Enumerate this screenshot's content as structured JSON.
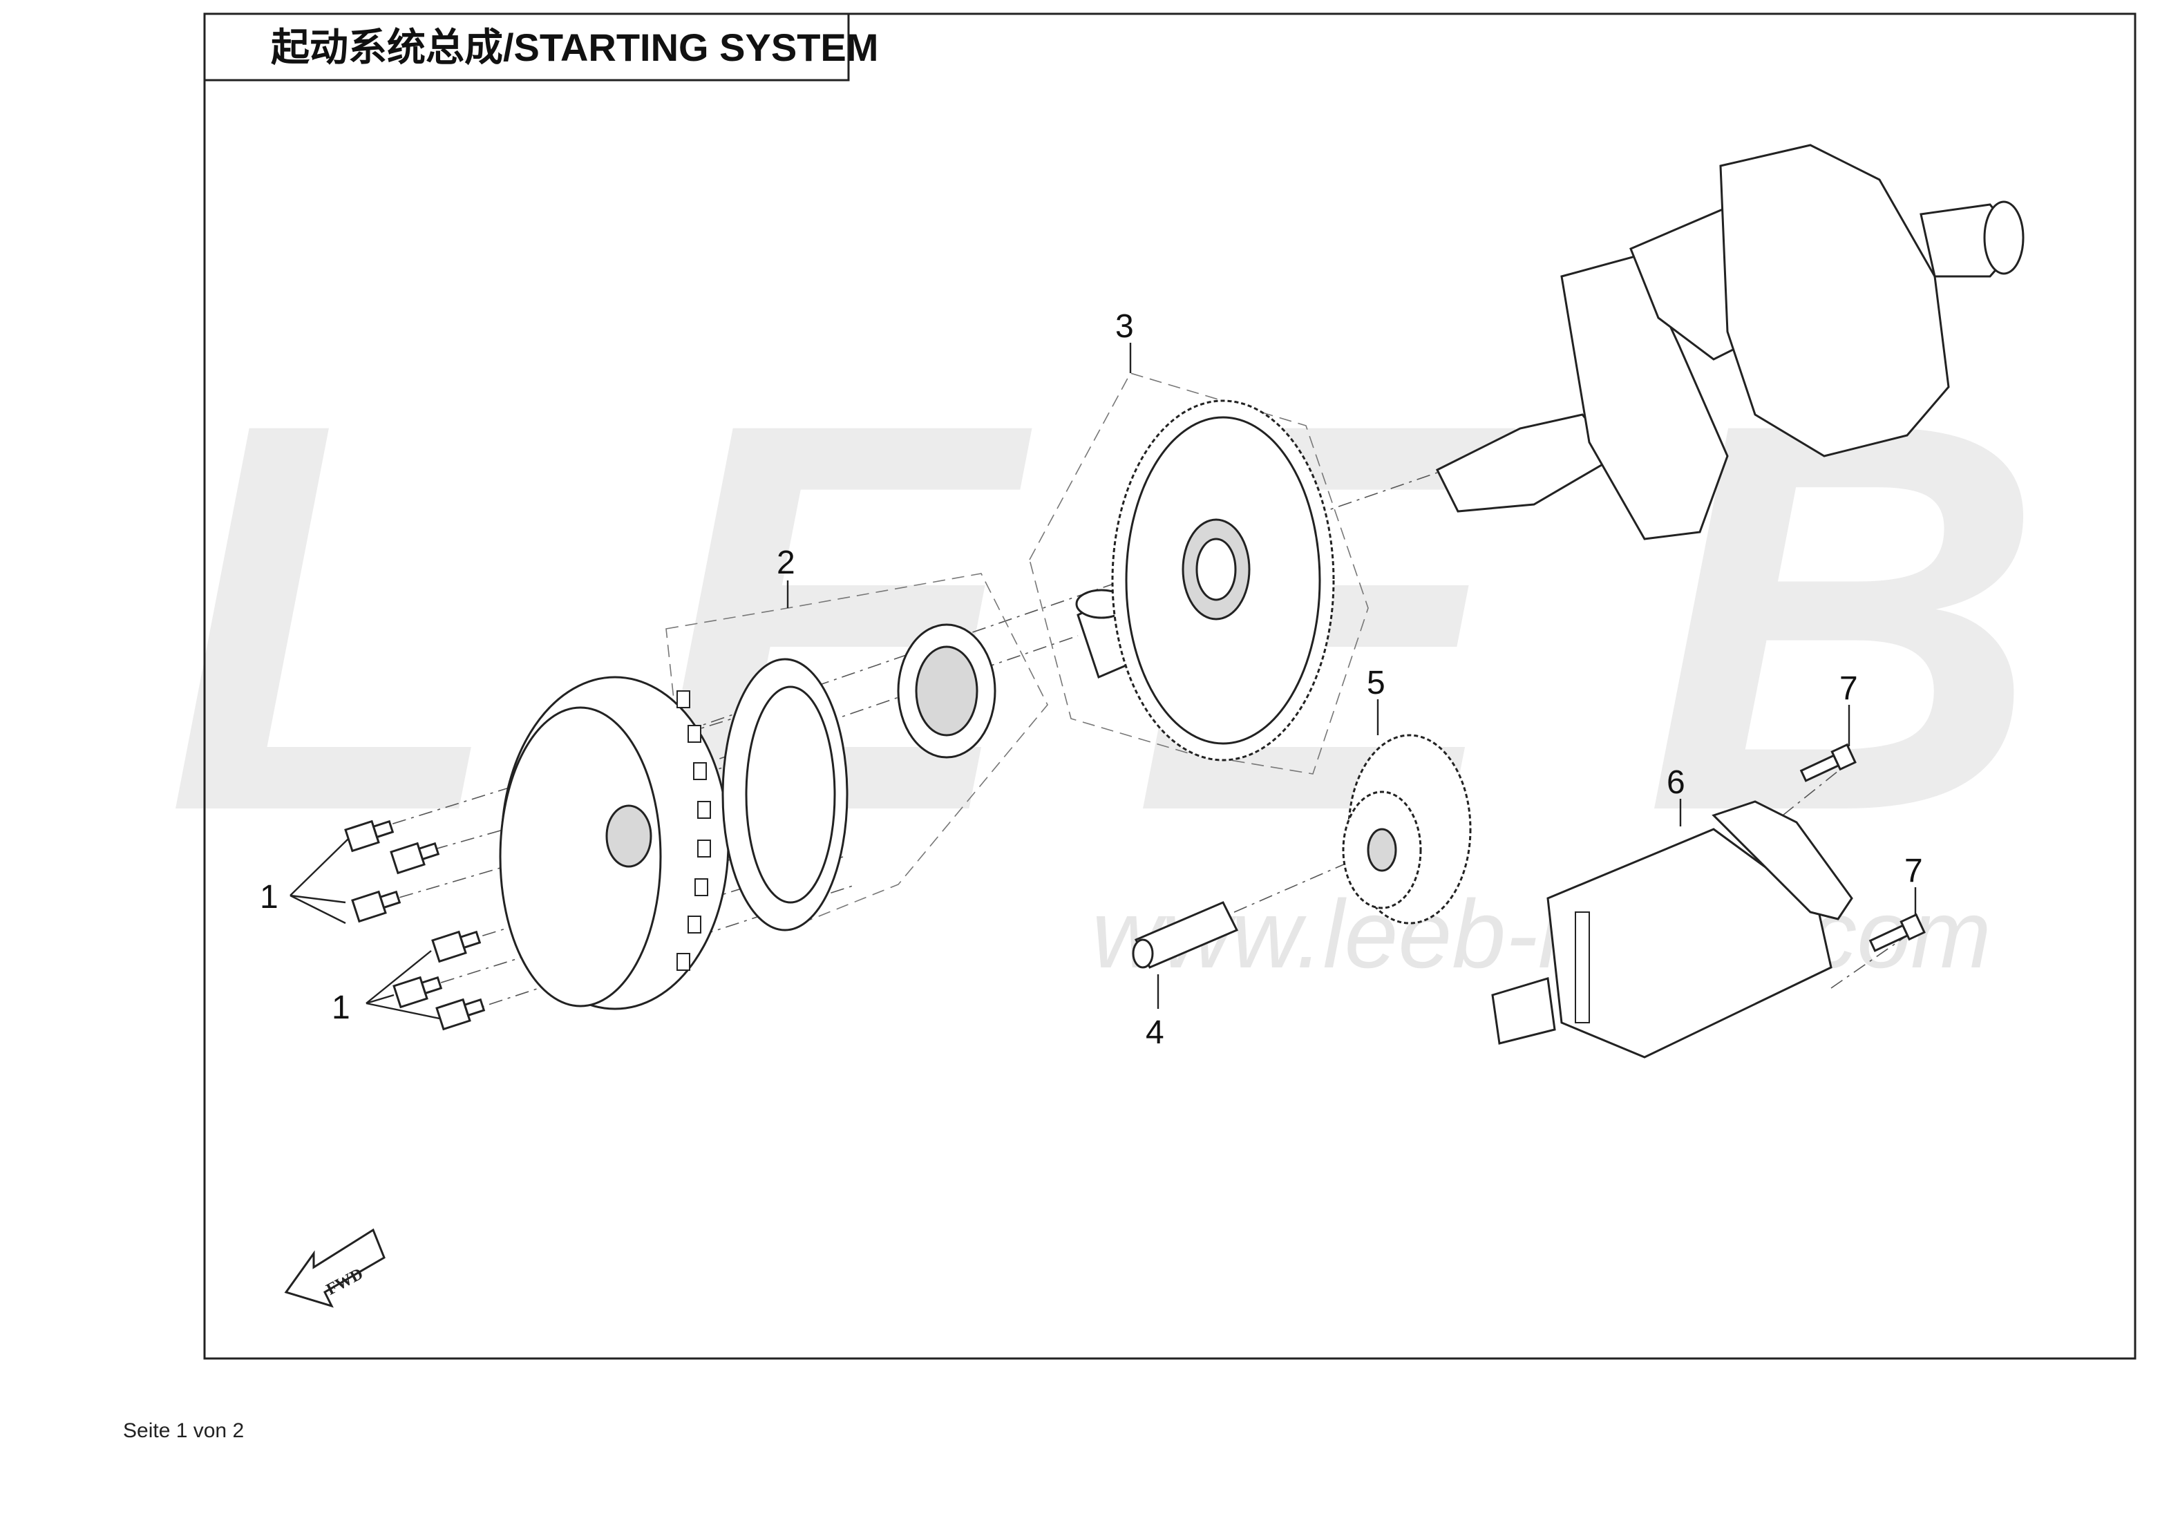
{
  "title": "起动系统总成/STARTING SYSTEM",
  "watermark": {
    "letters": [
      "L",
      "E",
      "E",
      "B"
    ],
    "url": "www.leeb-motor.com"
  },
  "callouts": [
    {
      "number": "1",
      "part": "bolts"
    },
    {
      "number": "1",
      "part": "bolts"
    },
    {
      "number": "2",
      "part": "one-way clutch assembly"
    },
    {
      "number": "3",
      "part": "starter driven gear"
    },
    {
      "number": "4",
      "part": "idler shaft"
    },
    {
      "number": "5",
      "part": "idler gear"
    },
    {
      "number": "6",
      "part": "starter motor"
    },
    {
      "number": "7",
      "part": "bolt"
    },
    {
      "number": "7",
      "part": "bolt"
    }
  ],
  "fwd_arrow_label": "FWD",
  "footer": "Seite 1 von 2",
  "colors": {
    "line": "#222222",
    "watermark": "#ececec",
    "background": "#ffffff"
  }
}
